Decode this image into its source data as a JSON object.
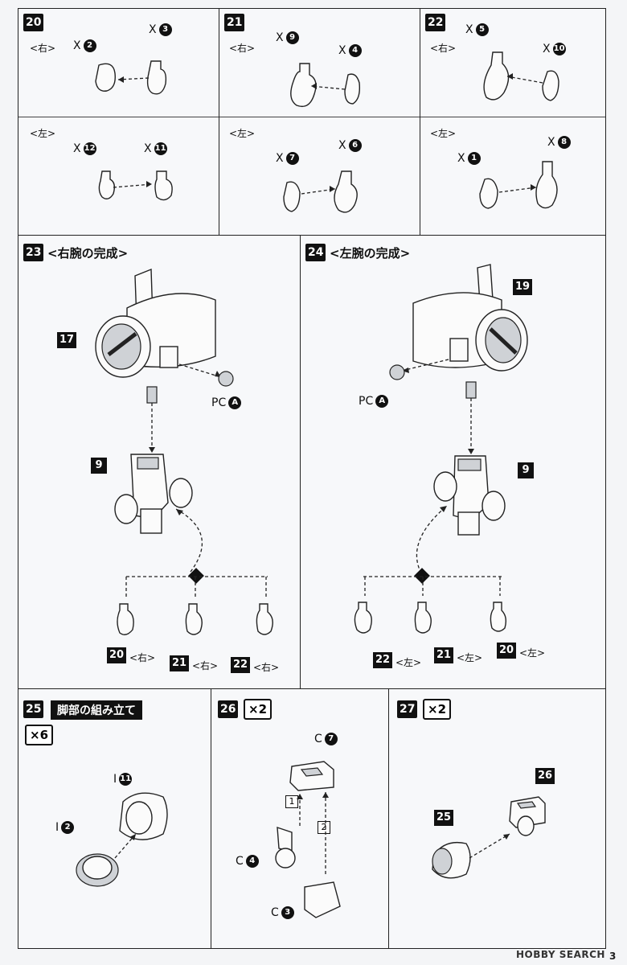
{
  "steps": {
    "s20": {
      "num": "20",
      "top_label": "<右>",
      "bottom_label": "<左>",
      "x_a": "X",
      "c_a": "2",
      "x_b": "X",
      "c_b": "3",
      "x_c": "X",
      "c_c": "12",
      "x_d": "X",
      "c_d": "11"
    },
    "s21": {
      "num": "21",
      "top_label": "<右>",
      "bottom_label": "<左>",
      "x_a": "X",
      "c_a": "9",
      "x_b": "X",
      "c_b": "4",
      "x_c": "X",
      "c_c": "7",
      "x_d": "X",
      "c_d": "6"
    },
    "s22": {
      "num": "22",
      "top_label": "<右>",
      "bottom_label": "<左>",
      "x_a": "X",
      "c_a": "5",
      "x_b": "X",
      "c_b": "10",
      "x_c": "X",
      "c_c": "1",
      "x_d": "X",
      "c_d": "8"
    },
    "s23": {
      "num": "23",
      "title": "<右腕の完成>",
      "part_a": "17",
      "part_b": "9",
      "pc": "PC",
      "pc_c": "A",
      "hands": [
        {
          "num": "20",
          "side": "<右>"
        },
        {
          "num": "21",
          "side": "<右>"
        },
        {
          "num": "22",
          "side": "<右>"
        }
      ]
    },
    "s24": {
      "num": "24",
      "title": "<左腕の完成>",
      "part_a": "19",
      "part_b": "9",
      "pc": "PC",
      "pc_c": "A",
      "hands": [
        {
          "num": "22",
          "side": "<左>"
        },
        {
          "num": "21",
          "side": "<左>"
        },
        {
          "num": "20",
          "side": "<左>"
        }
      ]
    },
    "s25": {
      "num": "25",
      "title": "脚部の組み立て",
      "count": "×6",
      "i_a": "I",
      "c_a": "11",
      "i_b": "I",
      "c_b": "2"
    },
    "s26": {
      "num": "26",
      "count": "×2",
      "c_top": "C",
      "c_top_n": "7",
      "c_mid": "C",
      "c_mid_n": "4",
      "c_bot": "C",
      "c_bot_n": "3",
      "order1": "1",
      "order2": "2"
    },
    "s27": {
      "num": "27",
      "count": "×2",
      "part_a": "26",
      "part_b": "25"
    }
  },
  "footer": {
    "brand": "HOBBY SEARCH",
    "page": "3"
  },
  "colors": {
    "ink": "#111111",
    "paper": "#f7f8fa",
    "shade": "#cfd2d6"
  }
}
